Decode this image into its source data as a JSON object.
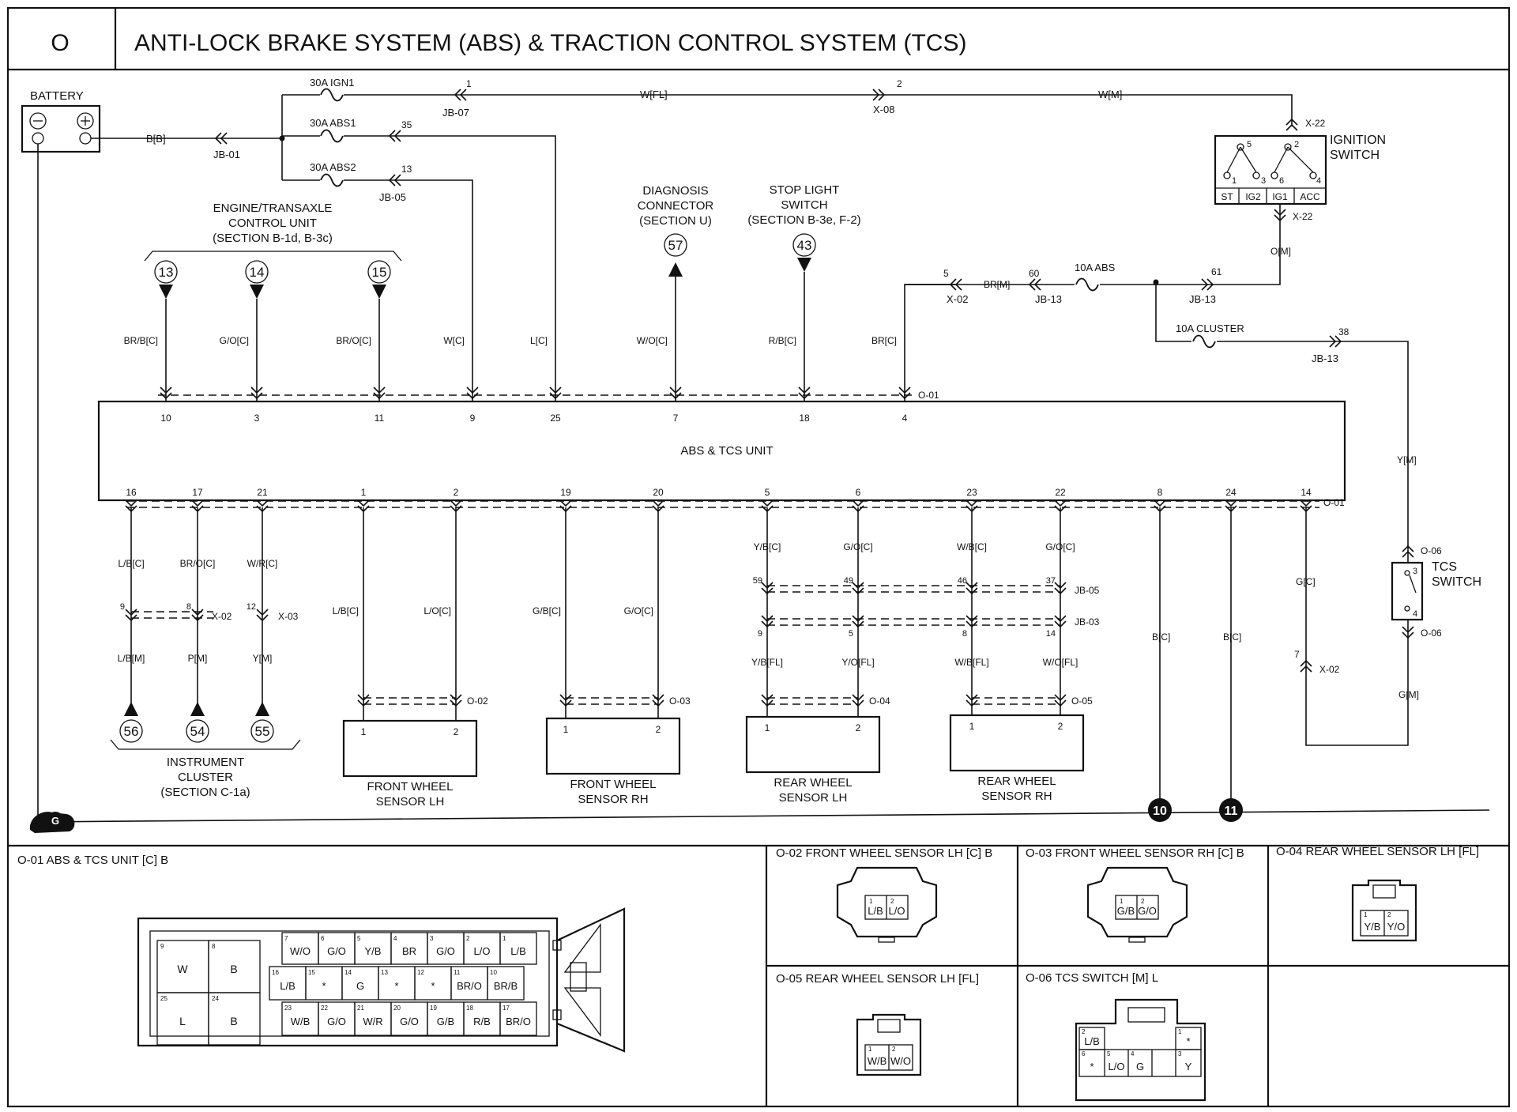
{
  "header": {
    "section_letter": "O",
    "title": "ANTI-LOCK BRAKE SYSTEM (ABS) & TRACTION CONTROL SYSTEM (TCS)"
  },
  "power": {
    "battery": "BATTERY",
    "battery_wire": "B[B]",
    "battery_connector": "JB-01",
    "fuse_ign1": "30A IGN1",
    "fuse_abs1": "30A ABS1",
    "fuse_abs2": "30A ABS2",
    "ign1_pin": "1",
    "ign1_conn": "JB-07",
    "ign1_wire": "W[FL]",
    "x08_pin": "2",
    "x08": "X-08",
    "x08_wire": "W[M]",
    "abs1_pin": "35",
    "abs2_pin": "13",
    "jb05": "JB-05",
    "x22": "X-22",
    "o_m": "O[M]",
    "fuse_10a_abs": "10A ABS",
    "pin60": "60",
    "pin61": "61",
    "jb13": "JB-13",
    "pin5": "5",
    "x02": "X-02",
    "br_m": "BR[M]",
    "fuse_10a_cluster": "10A CLUSTER",
    "pin38": "38"
  },
  "ignition_switch": {
    "label": [
      "IGNITION",
      "SWITCH"
    ],
    "terms": [
      "ST",
      "IG2",
      "IG1",
      "ACC"
    ],
    "pins": [
      "5",
      "2",
      "1",
      "3",
      "6",
      "4"
    ]
  },
  "top_refs": {
    "ecu_label": [
      "ENGINE/TRANSAXLE",
      "CONTROL UNIT",
      "(SECTION B-1d, B-3c)"
    ],
    "diag_label": [
      "DIAGNOSIS",
      "CONNECTOR",
      "(SECTION U)"
    ],
    "stop_label": [
      "STOP LIGHT",
      "SWITCH",
      "(SECTION B-3e, F-2)"
    ],
    "circles": [
      "13",
      "14",
      "15",
      "57",
      "43"
    ]
  },
  "top_wires": [
    {
      "color": "BR/B[C]",
      "pin": "10"
    },
    {
      "color": "G/O[C]",
      "pin": "3"
    },
    {
      "color": "BR/O[C]",
      "pin": "11"
    },
    {
      "color": "W[C]",
      "pin": "9"
    },
    {
      "color": "L[C]",
      "pin": "25"
    },
    {
      "color": "W/O[C]",
      "pin": "7"
    },
    {
      "color": "R/B[C]",
      "pin": "18"
    },
    {
      "color": "BR[C]",
      "pin": "4"
    }
  ],
  "unit": {
    "name": "ABS & TCS UNIT",
    "connector": "O-01"
  },
  "bottom_pins": [
    "16",
    "17",
    "21",
    "1",
    "2",
    "19",
    "20",
    "5",
    "6",
    "23",
    "22",
    "8",
    "24",
    "14"
  ],
  "cluster_wires": {
    "upper": [
      "L/B[C]",
      "BR/O[C]",
      "W/R[C]"
    ],
    "pins": [
      "9",
      "8",
      "12"
    ],
    "x02": "X-02",
    "x03": "X-03",
    "lower": [
      "L/B[M]",
      "P[M]",
      "Y[M]"
    ],
    "circles": [
      "56",
      "54",
      "55"
    ],
    "label": [
      "INSTRUMENT",
      "CLUSTER",
      "(SECTION C-1a)"
    ]
  },
  "front_sensors": {
    "lh_wires": [
      "L/B[C]",
      "L/O[C]"
    ],
    "lh_conn": "O-02",
    "lh_label": [
      "FRONT WHEEL",
      "SENSOR LH"
    ],
    "rh_wires": [
      "G/B[C]",
      "G/O[C]"
    ],
    "rh_conn": "O-03",
    "rh_label": [
      "FRONT WHEEL",
      "SENSOR RH"
    ],
    "pins": [
      "1",
      "2"
    ]
  },
  "rear_sensors": {
    "top_wires": [
      "Y/B[C]",
      "G/O[C]",
      "W/B[C]",
      "G/O[C]"
    ],
    "jb05_pins": [
      "59",
      "49",
      "46",
      "37"
    ],
    "jb05": "JB-05",
    "jb03_pins": [
      "9",
      "5",
      "8",
      "14"
    ],
    "jb03": "JB-03",
    "lower_wires": [
      "Y/B[FL]",
      "Y/O[FL]",
      "W/B[FL]",
      "W/O[FL]"
    ],
    "lh_conn": "O-04",
    "rh_conn": "O-05",
    "lh_label": [
      "REAR WHEEL",
      "SENSOR LH"
    ],
    "rh_label": [
      "REAR WHEEL",
      "SENSOR RH"
    ],
    "pins": [
      "1",
      "2"
    ]
  },
  "grounds": {
    "b_wire": "B[C]",
    "g_wire": "G[C]",
    "ground_a": "10",
    "ground_b": "11",
    "main": "G"
  },
  "tcs": {
    "y_m": "Y[M]",
    "o06": "O-06",
    "label": [
      "TCS",
      "SWITCH"
    ],
    "pin3": "3",
    "pin4": "4",
    "g_m": "G[M]",
    "x02_pin": "7",
    "x02": "X-02"
  },
  "connectors": {
    "o01_title": "O-01 ABS & TCS UNIT [C] B",
    "o01_big": [
      {
        "p": "9",
        "c": "W"
      },
      {
        "p": "8",
        "c": "B"
      },
      {
        "p": "25",
        "c": "L"
      },
      {
        "p": "24",
        "c": "B"
      }
    ],
    "o01_row1": [
      {
        "p": "7",
        "c": "W/O"
      },
      {
        "p": "6",
        "c": "G/O"
      },
      {
        "p": "5",
        "c": "Y/B"
      },
      {
        "p": "4",
        "c": "BR"
      },
      {
        "p": "3",
        "c": "G/O"
      },
      {
        "p": "2",
        "c": "L/O"
      },
      {
        "p": "1",
        "c": "L/B"
      }
    ],
    "o01_row2": [
      {
        "p": "16",
        "c": "L/B"
      },
      {
        "p": "15",
        "c": "*"
      },
      {
        "p": "14",
        "c": "G"
      },
      {
        "p": "13",
        "c": "*"
      },
      {
        "p": "12",
        "c": "*"
      },
      {
        "p": "11",
        "c": "BR/O"
      },
      {
        "p": "10",
        "c": "BR/B"
      }
    ],
    "o01_row3": [
      {
        "p": "23",
        "c": "W/B"
      },
      {
        "p": "22",
        "c": "G/O"
      },
      {
        "p": "21",
        "c": "W/R"
      },
      {
        "p": "20",
        "c": "G/O"
      },
      {
        "p": "19",
        "c": "G/B"
      },
      {
        "p": "18",
        "c": "R/B"
      },
      {
        "p": "17",
        "c": "BR/O"
      }
    ],
    "o02_title": "O-02 FRONT WHEEL SENSOR LH [C] B",
    "o02_cells": [
      "L/B",
      "L/O"
    ],
    "o03_title": "O-03 FRONT WHEEL SENSOR RH [C] B",
    "o03_cells": [
      "G/B",
      "G/O"
    ],
    "o04_title": "O-04 REAR WHEEL SENSOR LH [FL]",
    "o04_cells": [
      "Y/B",
      "Y/O"
    ],
    "o05_title": "O-05 REAR WHEEL SENSOR LH [FL]",
    "o05_cells": [
      "W/B",
      "W/O"
    ],
    "o06_title": "O-06 TCS SWITCH [M] L",
    "o06_cells": [
      {
        "p": "2",
        "c": "L/B"
      },
      {
        "p": "1",
        "c": "*"
      },
      {
        "p": "6",
        "c": "*"
      },
      {
        "p": "5",
        "c": "L/O"
      },
      {
        "p": "4",
        "c": "G"
      },
      {
        "p": "3",
        "c": "Y"
      }
    ]
  }
}
